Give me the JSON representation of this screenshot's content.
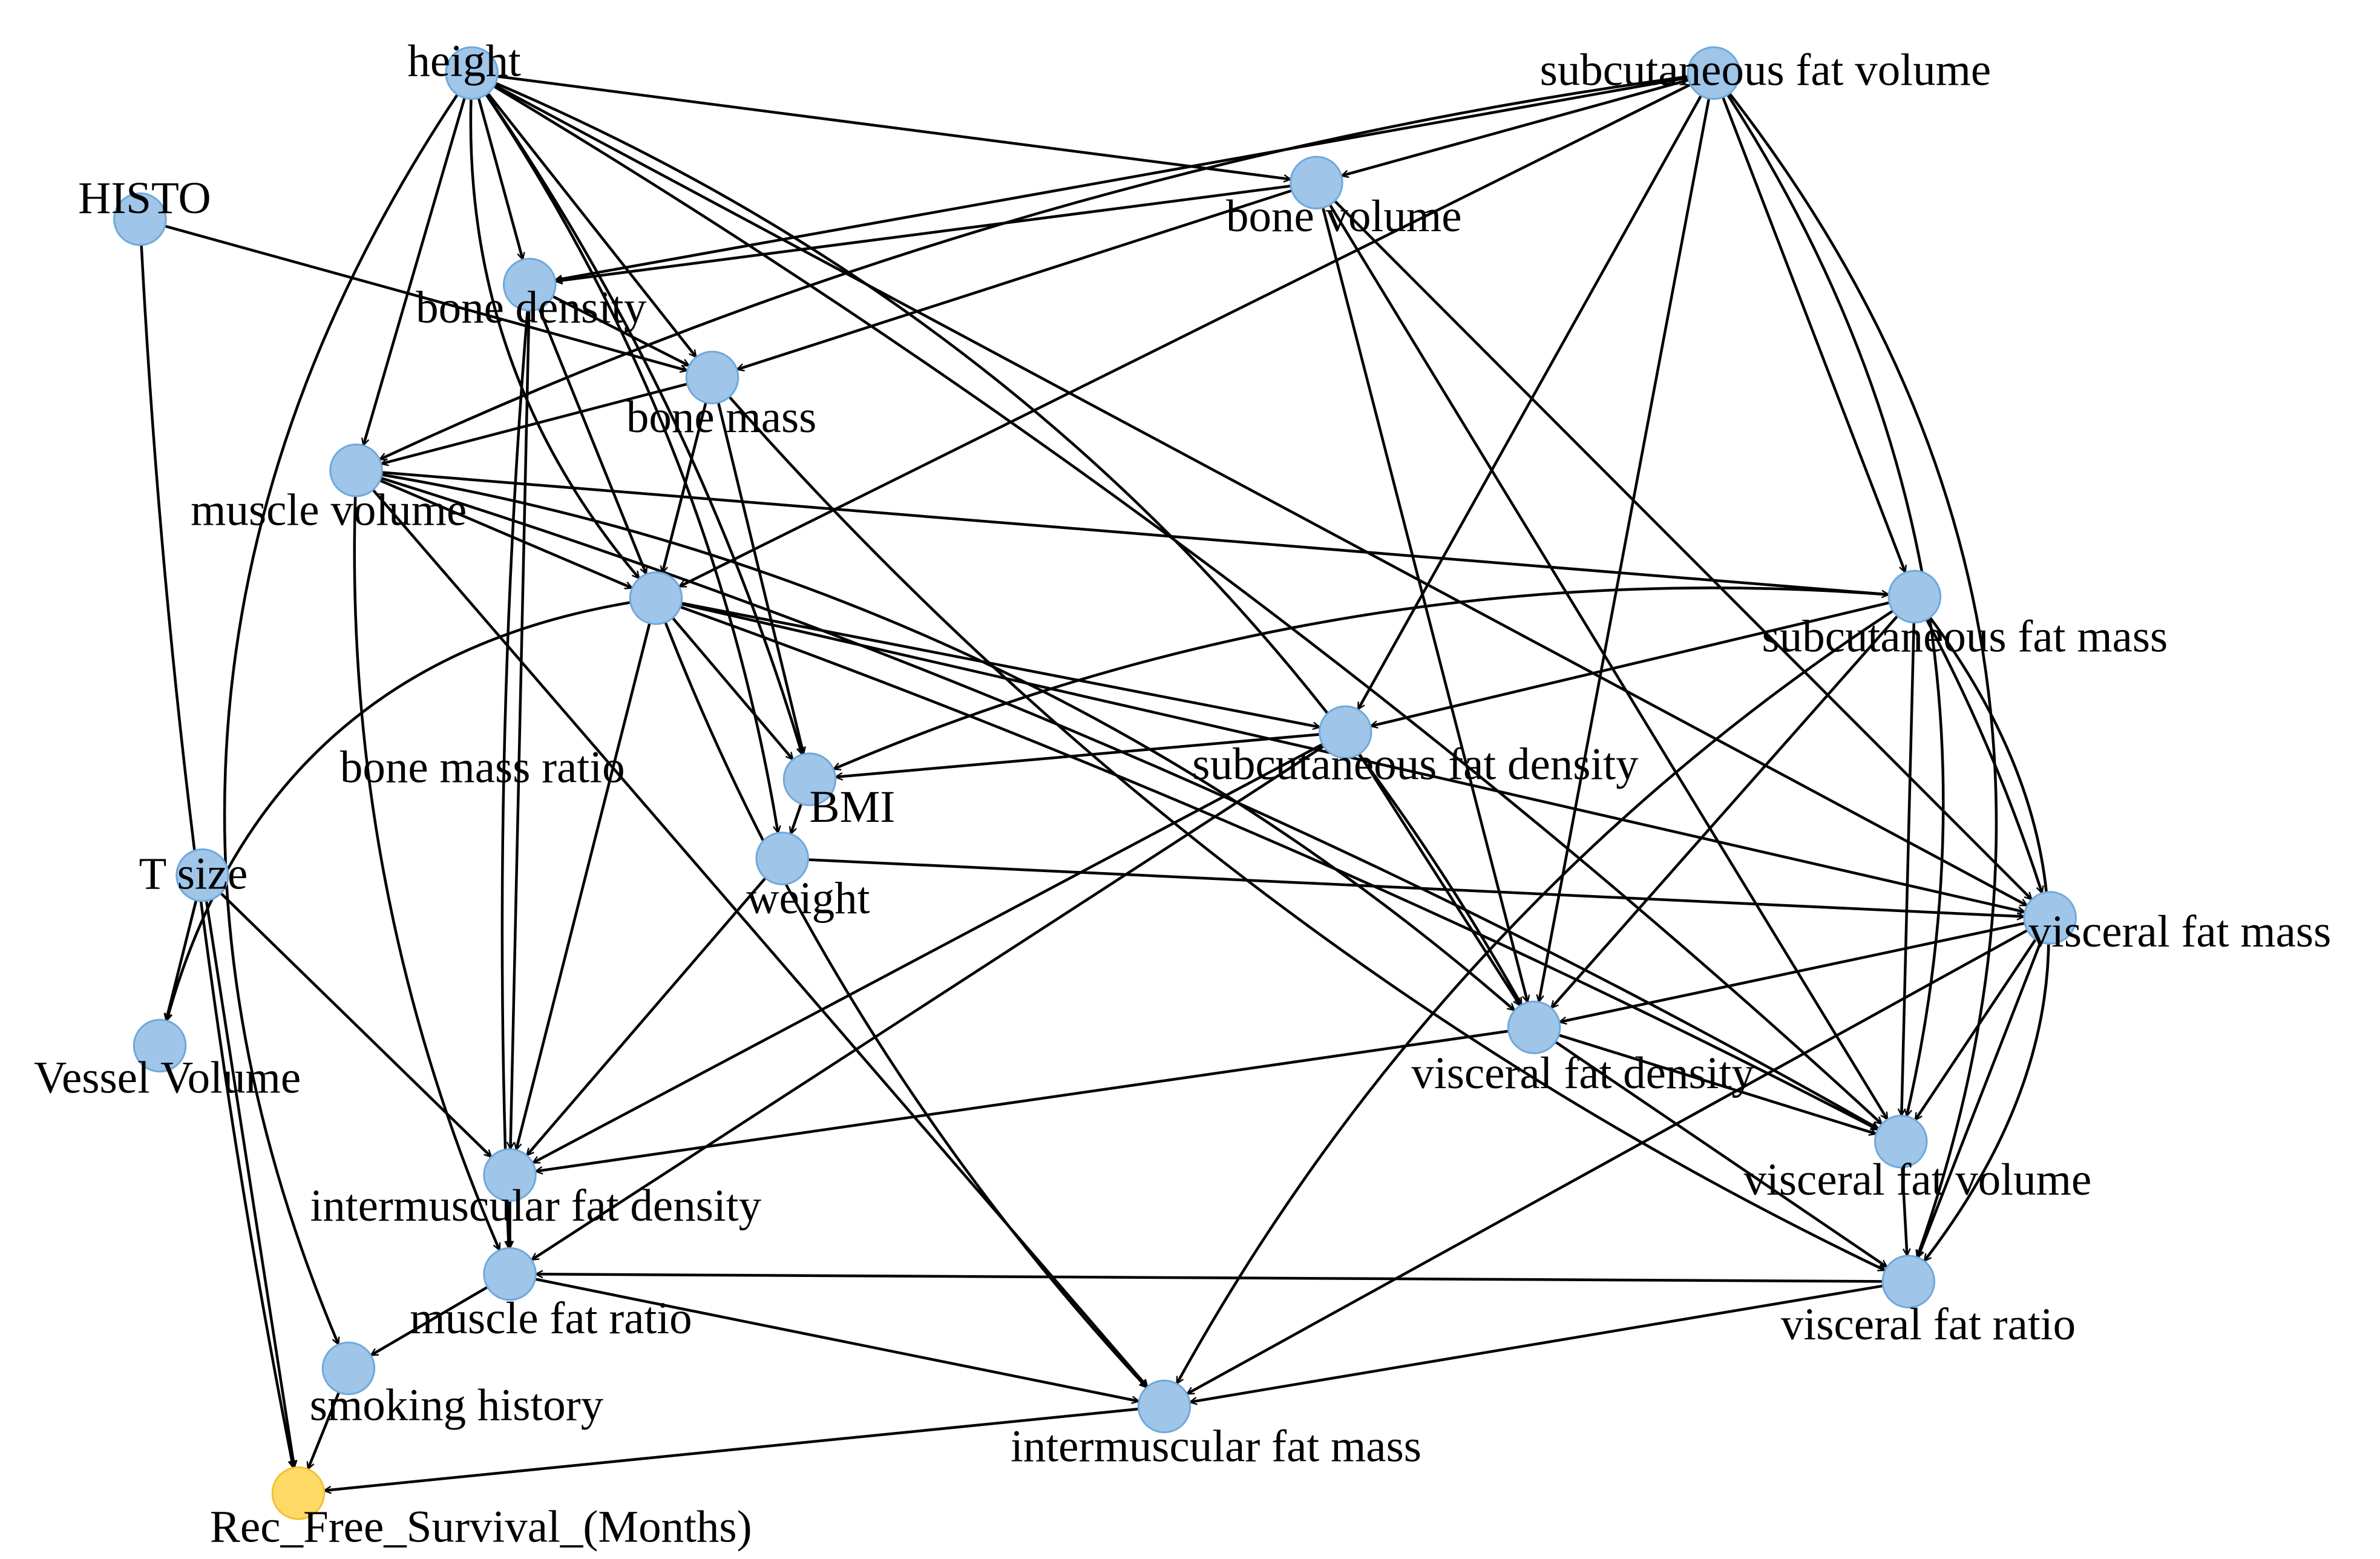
{
  "diagram": {
    "type": "directed-graph",
    "node_color": "#9fc5e8",
    "node_stroke": "#6fa8dc",
    "target_node_color": "#ffd966",
    "edge_color": "#000000",
    "nodes": [
      {
        "id": "height",
        "label": "height"
      },
      {
        "id": "histo",
        "label": "HISTO"
      },
      {
        "id": "subfatvol",
        "label": "subcutaneous fat volume"
      },
      {
        "id": "bonevol",
        "label": "bone volume"
      },
      {
        "id": "bonedens",
        "label": "bone density"
      },
      {
        "id": "bonemass",
        "label": "bone mass"
      },
      {
        "id": "musclevol",
        "label": "muscle volume"
      },
      {
        "id": "bmr",
        "label": "bone mass ratio"
      },
      {
        "id": "subfatmass",
        "label": "subcutaneous fat mass"
      },
      {
        "id": "subfatdens",
        "label": "subcutaneous fat density"
      },
      {
        "id": "bmi",
        "label": "BMI"
      },
      {
        "id": "weight",
        "label": "weight"
      },
      {
        "id": "tsize",
        "label": "T size"
      },
      {
        "id": "vessel",
        "label": "Vessel Volume"
      },
      {
        "id": "visfatmass",
        "label": "visceral fat mass"
      },
      {
        "id": "visfatdens",
        "label": "visceral fat density"
      },
      {
        "id": "visfatvol",
        "label": "visceral fat volume"
      },
      {
        "id": "imfatdens",
        "label": "intermuscular fat density"
      },
      {
        "id": "mfr",
        "label": "muscle fat ratio"
      },
      {
        "id": "visfatratio",
        "label": "visceral fat ratio"
      },
      {
        "id": "smoking",
        "label": "smoking history"
      },
      {
        "id": "imfatmass",
        "label": "intermuscular fat mass"
      },
      {
        "id": "rfs",
        "label": "Rec_Free_Survival_(Months)",
        "target": true
      }
    ],
    "edges": [
      [
        "height",
        "bonevol"
      ],
      [
        "height",
        "bonedens"
      ],
      [
        "height",
        "bonemass"
      ],
      [
        "height",
        "musclevol"
      ],
      [
        "height",
        "bmr"
      ],
      [
        "height",
        "bmi"
      ],
      [
        "height",
        "weight"
      ],
      [
        "height",
        "visfatdens"
      ],
      [
        "height",
        "visfatvol"
      ],
      [
        "height",
        "visfatmass"
      ],
      [
        "height",
        "smoking"
      ],
      [
        "histo",
        "bonemass"
      ],
      [
        "histo",
        "rfs"
      ],
      [
        "subfatvol",
        "bonevol"
      ],
      [
        "subfatvol",
        "bonedens"
      ],
      [
        "subfatvol",
        "musclevol"
      ],
      [
        "subfatvol",
        "bmr"
      ],
      [
        "subfatvol",
        "subfatmass"
      ],
      [
        "subfatvol",
        "subfatdens"
      ],
      [
        "subfatvol",
        "visfatdens"
      ],
      [
        "subfatvol",
        "visfatvol"
      ],
      [
        "subfatvol",
        "visfatratio"
      ],
      [
        "bonevol",
        "bonedens"
      ],
      [
        "bonevol",
        "bonemass"
      ],
      [
        "bonevol",
        "visfatdens"
      ],
      [
        "bonevol",
        "visfatmass"
      ],
      [
        "bonevol",
        "visfatvol"
      ],
      [
        "bonedens",
        "bonemass"
      ],
      [
        "bonedens",
        "bmr"
      ],
      [
        "bonedens",
        "imfatdens"
      ],
      [
        "bonedens",
        "mfr"
      ],
      [
        "bonemass",
        "musclevol"
      ],
      [
        "bonemass",
        "bmr"
      ],
      [
        "bonemass",
        "bmi"
      ],
      [
        "bonemass",
        "visfatratio"
      ],
      [
        "musclevol",
        "bmr"
      ],
      [
        "musclevol",
        "subfatmass"
      ],
      [
        "musclevol",
        "visfatdens"
      ],
      [
        "musclevol",
        "visfatvol"
      ],
      [
        "musclevol",
        "mfr"
      ],
      [
        "musclevol",
        "imfatmass"
      ],
      [
        "bmr",
        "bmi"
      ],
      [
        "bmr",
        "subfatdens"
      ],
      [
        "bmr",
        "visfatmass"
      ],
      [
        "bmr",
        "visfatvol"
      ],
      [
        "bmr",
        "imfatdens"
      ],
      [
        "bmr",
        "imfatmass"
      ],
      [
        "bmr",
        "vessel"
      ],
      [
        "subfatmass",
        "bmi"
      ],
      [
        "subfatmass",
        "subfatdens"
      ],
      [
        "subfatmass",
        "visfatdens"
      ],
      [
        "subfatmass",
        "visfatmass"
      ],
      [
        "subfatmass",
        "visfatvol"
      ],
      [
        "subfatmass",
        "visfatratio"
      ],
      [
        "subfatmass",
        "imfatmass"
      ],
      [
        "subfatdens",
        "bmi"
      ],
      [
        "subfatdens",
        "visfatdens"
      ],
      [
        "subfatdens",
        "imfatdens"
      ],
      [
        "subfatdens",
        "mfr"
      ],
      [
        "bmi",
        "weight"
      ],
      [
        "weight",
        "visfatmass"
      ],
      [
        "weight",
        "imfatdens"
      ],
      [
        "tsize",
        "vessel"
      ],
      [
        "tsize",
        "imfatdens"
      ],
      [
        "tsize",
        "rfs"
      ],
      [
        "visfatmass",
        "visfatdens"
      ],
      [
        "visfatmass",
        "visfatvol"
      ],
      [
        "visfatmass",
        "visfatratio"
      ],
      [
        "visfatmass",
        "imfatmass"
      ],
      [
        "visfatdens",
        "imfatdens"
      ],
      [
        "visfatdens",
        "visfatvol"
      ],
      [
        "visfatdens",
        "visfatratio"
      ],
      [
        "visfatvol",
        "visfatratio"
      ],
      [
        "visfatratio",
        "mfr"
      ],
      [
        "visfatratio",
        "imfatmass"
      ],
      [
        "imfatdens",
        "mfr"
      ],
      [
        "mfr",
        "smoking"
      ],
      [
        "mfr",
        "imfatmass"
      ],
      [
        "smoking",
        "rfs"
      ],
      [
        "imfatmass",
        "rfs"
      ]
    ]
  }
}
